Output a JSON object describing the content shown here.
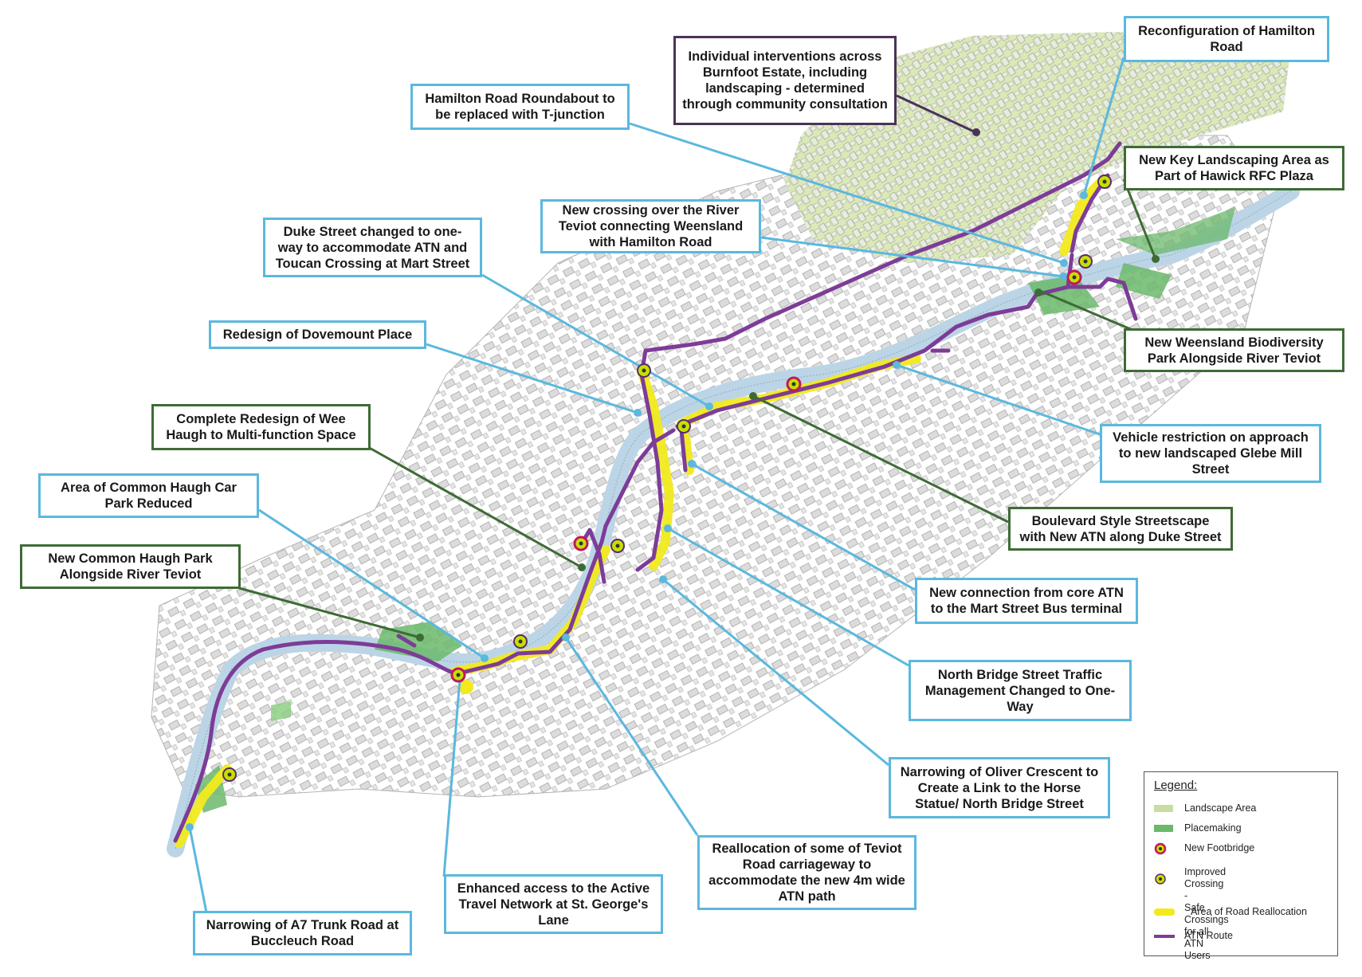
{
  "callouts": {
    "hamilton_reconfig": "Reconfiguration of Hamilton Road",
    "burnfoot": "Individual interventions across Burnfoot Estate, including landscaping - determined through community consultation",
    "roundabout": "Hamilton Road Roundabout to be replaced with T-junction",
    "key_landscaping": "New Key Landscaping Area as Part of Hawick RFC Plaza",
    "new_crossing": "New crossing over the River Teviot connecting Weensland with Hamilton Road",
    "duke_one_way": "Duke Street changed to one-way to accommodate ATN and Toucan Crossing at Mart Street",
    "weensland_park": "New Weensland Biodiversity Park Alongside River Teviot",
    "dovemount": "Redesign of Dovemount Place",
    "vehicle_restriction": "Vehicle restriction on approach to new landscaped Glebe Mill Street",
    "wee_haugh": "Complete Redesign of Wee Haugh to Multi-function Space",
    "common_haugh_car": "Area of Common Haugh Car Park Reduced",
    "boulevard": "Boulevard Style Streetscape with New ATN along Duke Street",
    "common_haugh_park": "New Common Haugh Park Alongside River Teviot",
    "mart_street": "New connection from core ATN to the Mart Street Bus terminal",
    "north_bridge": "North Bridge Street Traffic Management Changed to One-Way",
    "oliver_crescent": "Narrowing of Oliver Crescent to Create a Link to the Horse Statue/ North Bridge Street",
    "teviot_road": "Reallocation of some of Teviot Road carriageway to accommodate the new 4m wide ATN path",
    "st_georges": "Enhanced access to the Active Travel Network at St. George's Lane",
    "a7": "Narrowing of A7 Trunk Road at Buccleuch Road"
  },
  "legend": {
    "title": "Legend:",
    "items": [
      {
        "label": "Landscape Area",
        "symbol": "landscape-area-swatch"
      },
      {
        "label": "Placemaking",
        "symbol": "placemaking-swatch"
      },
      {
        "label": "New Footbridge",
        "symbol": "footbridge-icon"
      },
      {
        "label": "Improved Crossing -\nSafe Crossings for all ATN Users",
        "symbol": "crossing-icon"
      },
      {
        "label": "Area of Road Reallocation",
        "symbol": "road-reallocation-swatch"
      },
      {
        "label": "ATN Route",
        "symbol": "atn-route-swatch"
      }
    ]
  },
  "colors": {
    "callout_blue": "#5bb8de",
    "callout_green": "#3e6b35",
    "callout_purple": "#4a3358",
    "atn_route": "#7d3c98",
    "road_reallocation": "#f2ea1d",
    "river": "#bcd5e6",
    "landscape_area": "#dbe8b8",
    "placemaking": "#6bb86b",
    "footbridge": "#c2185b",
    "crossing": "#c5e000"
  }
}
